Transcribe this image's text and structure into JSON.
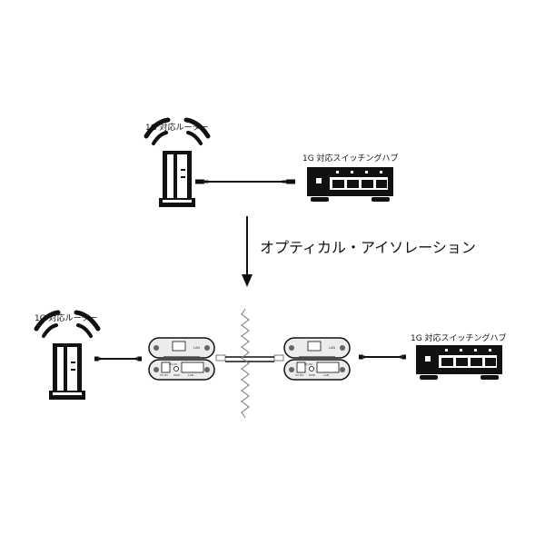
{
  "top": {
    "router_label": "1G 対応ルーター",
    "switch_label": "1G 対応スイッチングハブ"
  },
  "arrow_label": "オプティカル・アイソレーション",
  "bottom": {
    "router_label": "1G 対応ルーター",
    "switch_label": "1G 対応スイッチングハブ",
    "converter": {
      "lan_top": "LAN",
      "dc_in": "DC-IN",
      "voltage": "5V DC",
      "pwr": "PWR",
      "lan_bottom": "LAN"
    }
  },
  "colors": {
    "ink": "#111111",
    "background": "#ffffff",
    "converter_fill": "#ececec"
  }
}
